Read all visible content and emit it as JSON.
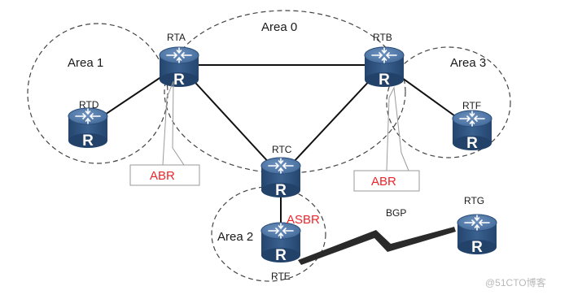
{
  "areas": {
    "area0": "Area 0",
    "area1": "Area 1",
    "area2": "Area 2",
    "area3": "Area 3"
  },
  "routers": {
    "rta": "RTA",
    "rtb": "RTB",
    "rtc": "RTC",
    "rtd": "RTD",
    "rte": "RTE",
    "rtf": "RTF",
    "rtg": "RTG"
  },
  "router_icon_letter": "R",
  "roles": {
    "abr_left": "ABR",
    "abr_right": "ABR",
    "asbr": "ASBR"
  },
  "links": {
    "bgp": "BGP"
  },
  "watermark": "@51CTO博客",
  "colors": {
    "router_fill": "#2f527f",
    "router_top": "#4c73a4",
    "role_text": "#e8262b",
    "link": "#111111",
    "area_border": "#444444",
    "callout_line": "#9a9a9a"
  }
}
